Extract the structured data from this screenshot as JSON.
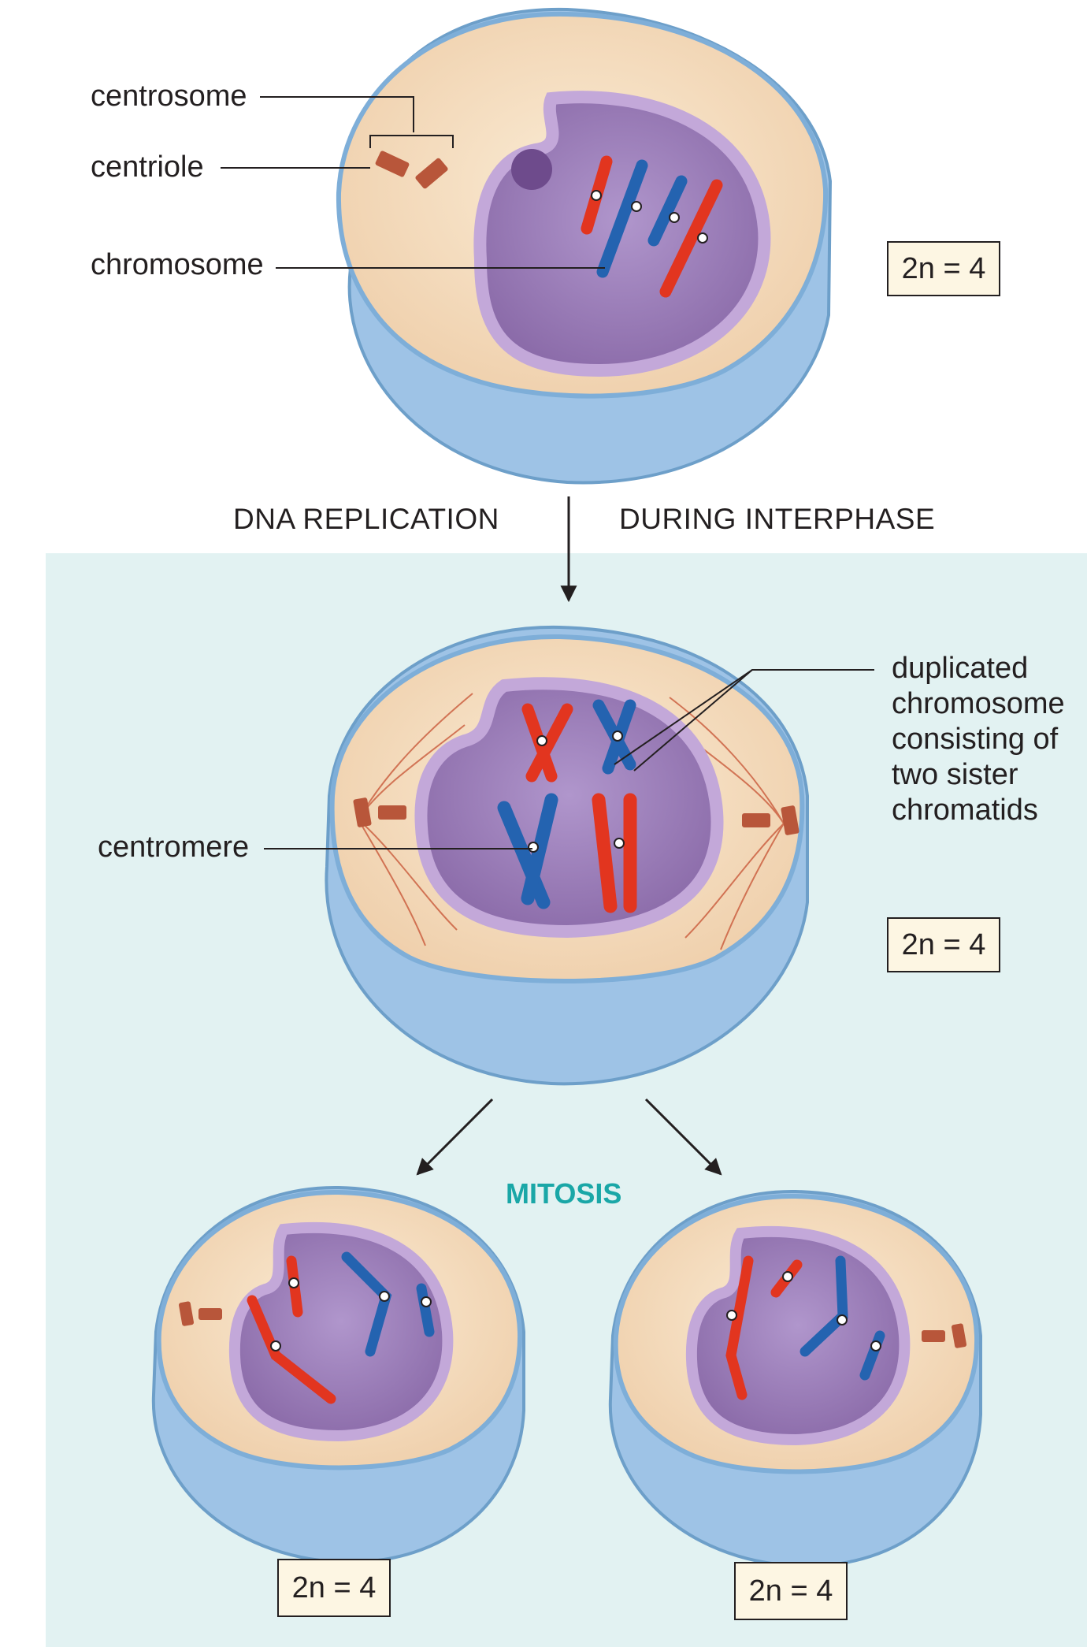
{
  "labels": {
    "centrosome": "centrosome",
    "centriole": "centriole",
    "chromosome": "chromosome",
    "centromere": "centromere",
    "duplicated_lines": [
      "duplicated",
      "chromosome",
      "consisting of",
      "two sister",
      "chromatids"
    ]
  },
  "stages": {
    "left": "DNA REPLICATION",
    "right": "DURING INTERPHASE",
    "mitosis": "MITOSIS"
  },
  "ploidy": {
    "top": "2n = 4",
    "middle": "2n = 4",
    "bottom_left": "2n = 4",
    "bottom_right": "2n = 4"
  },
  "colors": {
    "panel": "#e2f2f2",
    "cell_outer": "#9ec3e6",
    "cytoplasm": "#f6dfc0",
    "nucleus": "#a78bc1",
    "chromosome_red": "#e2351f",
    "chromosome_blue": "#2463b0",
    "centriole": "#b8563a",
    "mitosis_text": "#1aa7a7"
  }
}
